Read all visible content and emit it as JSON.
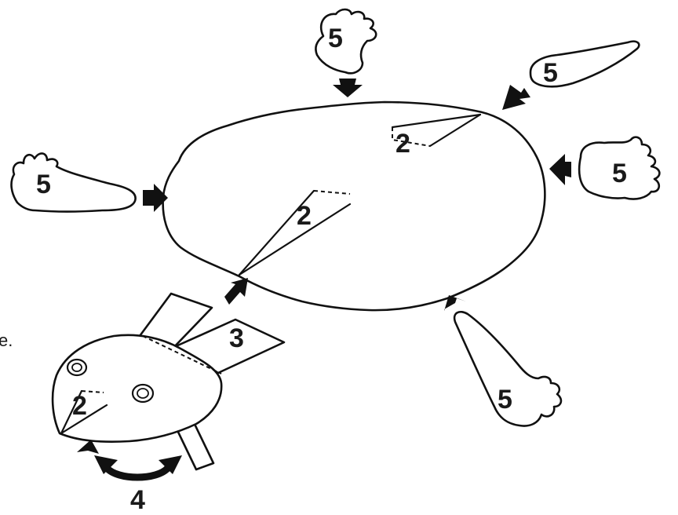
{
  "labels": {
    "slit_shell_top": "2",
    "slit_shell_center": "2",
    "slit_head": "2",
    "tail_step": "3",
    "head_turn_step": "4",
    "limb_top": "5",
    "limb_top_right": "5",
    "limb_right": "5",
    "limb_left": "5",
    "limb_bottom_right": "5"
  },
  "edge_text": "e."
}
